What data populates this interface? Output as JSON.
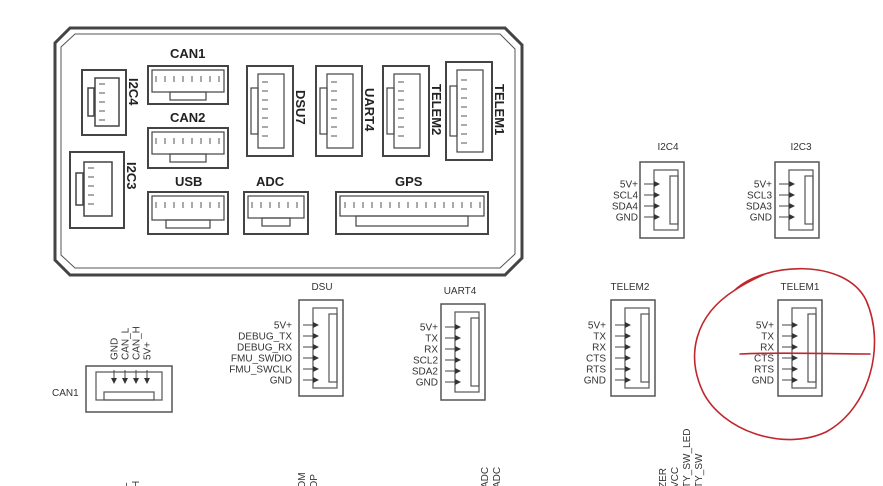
{
  "board": {
    "ports": {
      "can1": "CAN1",
      "can2": "CAN2",
      "usb": "USB",
      "adc": "ADC",
      "gps": "GPS",
      "i2c4": "I2C4",
      "i2c3": "I2C3",
      "dsu7": "DSU7",
      "uart4": "UART4",
      "telem2": "TELEM2",
      "telem1": "TELEM1"
    }
  },
  "connectors": {
    "i2c4": {
      "title": "I2C4",
      "pins": [
        "5V+",
        "SCL4",
        "SDA4",
        "GND"
      ]
    },
    "i2c3": {
      "title": "I2C3",
      "pins": [
        "5V+",
        "SCL3",
        "SDA3",
        "GND"
      ]
    },
    "dsu": {
      "title": "DSU",
      "pins": [
        "5V+",
        "DEBUG_TX",
        "DEBUG_RX",
        "FMU_SWDIO",
        "FMU_SWCLK",
        "GND"
      ]
    },
    "uart4": {
      "title": "UART4",
      "pins": [
        "5V+",
        "TX",
        "RX",
        "SCL2",
        "SDA2",
        "GND"
      ]
    },
    "telem2": {
      "title": "TELEM2",
      "pins": [
        "5V+",
        "TX",
        "RX",
        "CTS",
        "RTS",
        "GND"
      ]
    },
    "telem1": {
      "title": "TELEM1",
      "pins": [
        "5V+",
        "TX",
        "RX",
        "CTS",
        "RTS",
        "GND"
      ]
    },
    "can1": {
      "title": "CAN1",
      "pins": [
        "GND",
        "CAN_L",
        "CAN_H",
        "5V+"
      ]
    }
  },
  "bottom_partial": {
    "can": [
      "L",
      "H"
    ],
    "usb": [
      "DM",
      "DP"
    ],
    "adc": [
      "ADC",
      "ADC"
    ],
    "gps": [
      "ZER",
      "VCC",
      "TY_SW_LED",
      "TY_SW"
    ]
  },
  "colors": {
    "ink": "#333333",
    "annotation": "#c0272d"
  }
}
